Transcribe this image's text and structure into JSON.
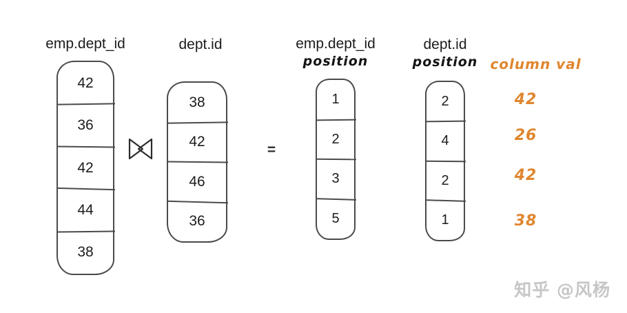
{
  "tables": {
    "emp": {
      "title": "emp.dept_id",
      "values": [
        "42",
        "36",
        "42",
        "44",
        "38"
      ]
    },
    "dept": {
      "title": "dept.id",
      "values": [
        "38",
        "42",
        "46",
        "36"
      ]
    },
    "emp_pos": {
      "title": "emp.dept_id",
      "subtitle": "position",
      "values": [
        "1",
        "2",
        "3",
        "5"
      ]
    },
    "dept_pos": {
      "title": "dept.id",
      "subtitle": "position",
      "values": [
        "2",
        "4",
        "2",
        "1"
      ]
    }
  },
  "operators": {
    "join_symbol": "⋈",
    "equals": "="
  },
  "column_val": {
    "title": "column val",
    "values": [
      "42",
      "26",
      "42",
      "38"
    ]
  },
  "colors": {
    "accent_orange": "#e0862f",
    "ink": "#4a4a4a",
    "watermark_gray": "#c6c6c6"
  },
  "watermark": {
    "text": "知乎 @风杨"
  }
}
